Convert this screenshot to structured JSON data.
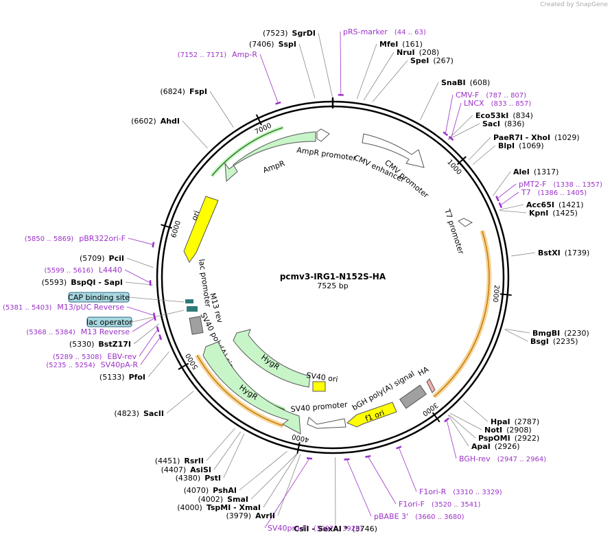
{
  "credit": "Created by SnapGene",
  "plasmid": {
    "name": "pcmv3-IRG1-N152S-HA",
    "size_label": "7525 bp",
    "length": 7525
  },
  "ticks": [
    "1000",
    "2000",
    "3000",
    "4000",
    "5000",
    "6000",
    "7000"
  ],
  "enzymes": [
    {
      "pos": "(7523)",
      "name": "SgrDI",
      "site": 7523
    },
    {
      "pos": "(7406)",
      "name": "SspI",
      "site": 7406
    },
    {
      "pos": "(161)",
      "name": "MfeI",
      "site": 161
    },
    {
      "pos": "(208)",
      "name": "NruI",
      "site": 208
    },
    {
      "pos": "(267)",
      "name": "SpeI",
      "site": 267
    },
    {
      "pos": "(608)",
      "name": "SnaBI",
      "site": 608
    },
    {
      "pos": "(834)",
      "name": "Eco53kI",
      "site": 834
    },
    {
      "pos": "(836)",
      "name": "SacI",
      "site": 836
    },
    {
      "pos": "(1029)",
      "name": "PaeR7I  - XhoI",
      "site": 1029
    },
    {
      "pos": "(1069)",
      "name": "BlpI",
      "site": 1069
    },
    {
      "pos": "(1317)",
      "name": "AleI",
      "site": 1317
    },
    {
      "pos": "(1421)",
      "name": "Acc65I",
      "site": 1421
    },
    {
      "pos": "(1425)",
      "name": "KpnI",
      "site": 1425
    },
    {
      "pos": "(1739)",
      "name": "BstXI",
      "site": 1739
    },
    {
      "pos": "(2230)",
      "name": "BmgBI",
      "site": 2230
    },
    {
      "pos": "(2235)",
      "name": "BsgI",
      "site": 2235
    },
    {
      "pos": "(2787)",
      "name": "HpaI",
      "site": 2787
    },
    {
      "pos": "(2908)",
      "name": "NotI",
      "site": 2908
    },
    {
      "pos": "(2922)",
      "name": "PspOMI",
      "site": 2922
    },
    {
      "pos": "(2926)",
      "name": "ApaI",
      "site": 2926
    },
    {
      "pos": "(6824)",
      "name": "FspI",
      "site": 6824
    },
    {
      "pos": "(6602)",
      "name": "AhdI",
      "site": 6602
    },
    {
      "pos": "(5709)",
      "name": "PciI",
      "site": 5709
    },
    {
      "pos": "(5593)",
      "name": "BspQI  - SapI",
      "site": 5593
    },
    {
      "pos": "(5330)",
      "name": "BstZ17I",
      "site": 5330
    },
    {
      "pos": "(5133)",
      "name": "PfoI",
      "site": 5133
    },
    {
      "pos": "(4823)",
      "name": "SacII",
      "site": 4823
    },
    {
      "pos": "(4451)",
      "name": "RsrII",
      "site": 4451
    },
    {
      "pos": "(4407)",
      "name": "AsiSI",
      "site": 4407
    },
    {
      "pos": "(4380)",
      "name": "PstI",
      "site": 4380
    },
    {
      "pos": "(4070)",
      "name": "PshAI",
      "site": 4070
    },
    {
      "pos": "(4002)",
      "name": "SmaI",
      "site": 4002
    },
    {
      "pos": "(4000)",
      "name": "TspMI  - XmaI",
      "site": 4000
    },
    {
      "pos": "(3979)",
      "name": "AvrII",
      "site": 3979
    },
    {
      "pos": "(3746)",
      "name": "CsiI  - SexAI *",
      "site": 3746
    }
  ],
  "primers": [
    {
      "name": "pRS-marker",
      "range": "(44 .. 63)",
      "mid": 53
    },
    {
      "name": "Amp-R",
      "range": "(7152 .. 7171)",
      "mid": 7161
    },
    {
      "name": "CMV-F",
      "range": "(787 .. 807)",
      "mid": 797
    },
    {
      "name": "LNCX",
      "range": "(833 .. 857)",
      "mid": 845
    },
    {
      "name": "pMT2-F",
      "range": "(1338 .. 1357)",
      "mid": 1347
    },
    {
      "name": "T7",
      "range": "(1386 .. 1405)",
      "mid": 1395
    },
    {
      "name": "BGH-rev",
      "range": "(2947 .. 2964)",
      "mid": 2955
    },
    {
      "name": "F1ori-R",
      "range": "(3310 .. 3329)",
      "mid": 3319
    },
    {
      "name": "F1ori-F",
      "range": "(3520 .. 3541)",
      "mid": 3530
    },
    {
      "name": "pBABE 3'",
      "range": "(3660 .. 3680)",
      "mid": 3670
    },
    {
      "name": "SV40pro-F",
      "range": "(3907 .. 3926)",
      "mid": 3916
    },
    {
      "name": "pBR322ori-F",
      "range": "(5850 .. 5869)",
      "mid": 5859
    },
    {
      "name": "L4440",
      "range": "(5599 .. 5616)",
      "mid": 5607
    },
    {
      "name": "M13/pUC Reverse",
      "range": "(5381 .. 5403)",
      "mid": 5392
    },
    {
      "name": "M13 Reverse",
      "range": "(5368 .. 5384)",
      "mid": 5376
    },
    {
      "name": "EBV-rev",
      "range": "(5289 .. 5308)",
      "mid": 5298
    },
    {
      "name": "SV40pA-R",
      "range": "(5235 .. 5254)",
      "mid": 5244
    }
  ],
  "boxed_labels": [
    "CAP binding site",
    "lac operator"
  ],
  "features": {
    "cmv_enhancer": "CMV enhancer",
    "cmv_promoter": "CMV promoter",
    "t7_promoter": "T7 promoter",
    "bgh_polya": "bGH poly(A) signal",
    "ha": "HA",
    "f1_ori": "f1 ori",
    "sv40_promoter": "SV40 promoter",
    "sv40_ori": "SV40 ori",
    "hygr": "HygR",
    "hygr2": "HygR",
    "sv40_polya": "SV40 poly(A) signal",
    "m13_rev": "M13 rev",
    "lac_promoter": "lac promoter",
    "ori": "ori",
    "ampr": "AmpR",
    "ampr_promoter": "AmpR promoter"
  },
  "colors": {
    "primer": "#9b30c8",
    "ori": "#ffff00",
    "marker": "#c8f5c8",
    "orf": "#f5d59a",
    "polya": "#a0a0a0"
  }
}
